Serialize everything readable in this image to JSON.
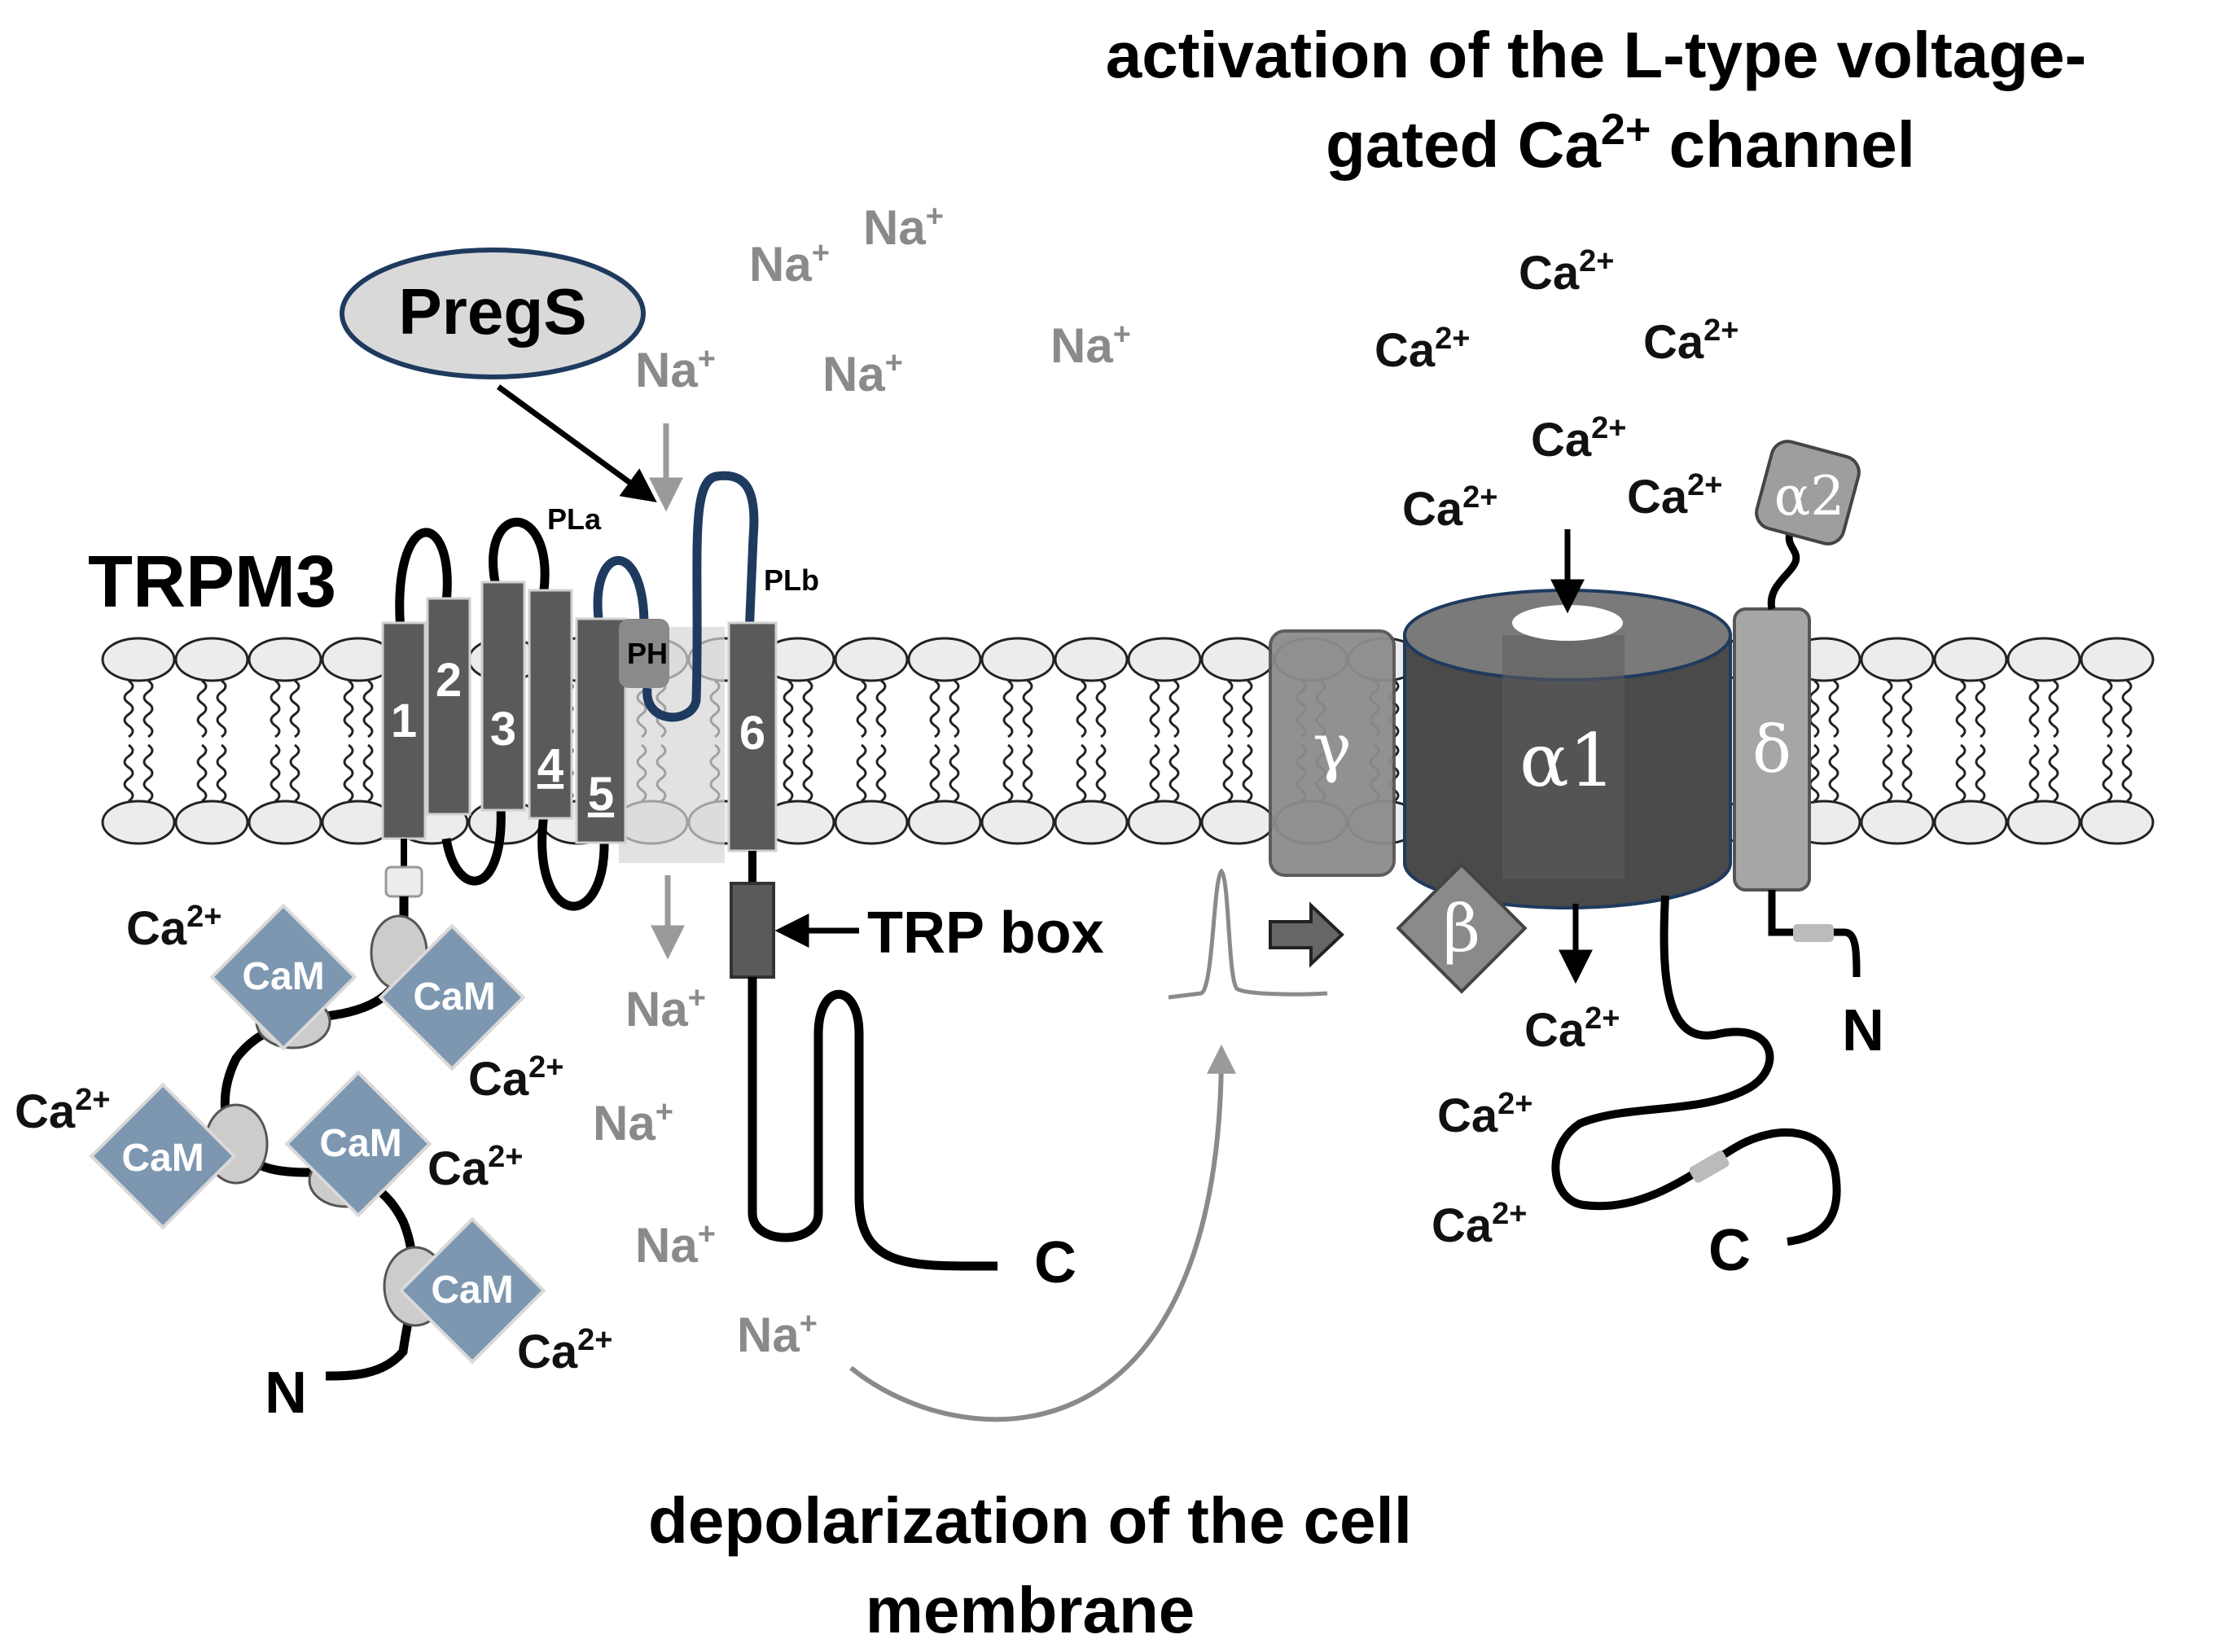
{
  "title_top": {
    "line1": "activation of the L-type voltage-",
    "line2_pre": "gated Ca",
    "line2_sup": "2+",
    "line2_post": " channel"
  },
  "title_bottom": {
    "line1": "depolarization of the cell",
    "line2": "membrane"
  },
  "trpm3": {
    "name": "TRPM3",
    "ligand": "PregS",
    "segments": [
      "1",
      "2",
      "3",
      "4",
      "5",
      "6"
    ],
    "pore_loop_a": "PLa",
    "pore_loop_b": "PLb",
    "pore_helix": "PH",
    "trp_box": "TRP box",
    "calmodulin": [
      "CaM",
      "CaM",
      "CaM",
      "CaM"
    ],
    "n_terminus": "N",
    "c_terminus": "C"
  },
  "ions": {
    "sodium": {
      "base": "Na",
      "charge": "+"
    },
    "calcium": {
      "base": "Ca",
      "charge": "2+"
    }
  },
  "ltype_channel": {
    "subunits": {
      "alpha1": "α1",
      "alpha2": "α2",
      "beta": "β",
      "gamma": "γ",
      "delta": "δ"
    },
    "n_terminus": "N",
    "c_terminus": "C"
  },
  "colors": {
    "trpm3_segment": "#5a5a5a",
    "pore_loop": "#1f3a5f",
    "calmodulin": "#7d97b0",
    "lipid_head": "#ececec",
    "sodium_text": "#8a8a8a",
    "alpha1_body": "#4a4a4a",
    "gamma_subunit": "#8c8c8c",
    "delta_subunit": "#a6a6a6",
    "ligand_fill": "#d9d9d9"
  }
}
